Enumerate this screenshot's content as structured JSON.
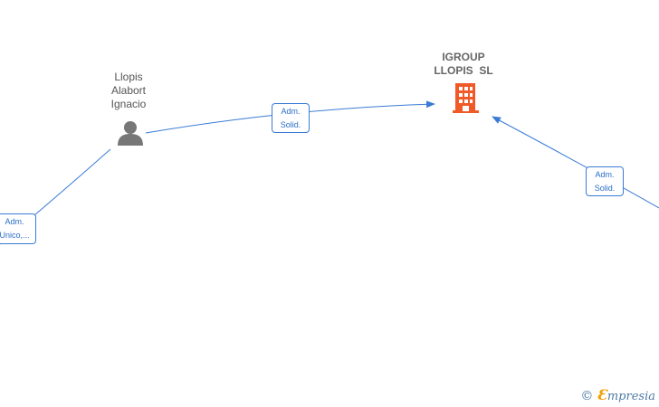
{
  "nodes": {
    "person": {
      "line1": "Llopis",
      "line2": "Alabort",
      "line3": "Ignacio"
    },
    "company": {
      "line1": "IGROUP",
      "line2": "LLOPIS  SL"
    }
  },
  "edges": {
    "person_to_company": {
      "line1": "Adm.",
      "line2": "Solid."
    },
    "right_to_company": {
      "line1": "Adm.",
      "line2": "Solid."
    },
    "left_to_person": {
      "line1": "Adm.",
      "line2": "Unico,..."
    }
  },
  "watermark": {
    "copyright_symbol": "©",
    "brand_first": "Ɛ",
    "brand_rest": "mpresia"
  },
  "colors": {
    "edge": "#3a7bd5",
    "person_icon": "#777777",
    "company_icon": "#f05a28"
  }
}
